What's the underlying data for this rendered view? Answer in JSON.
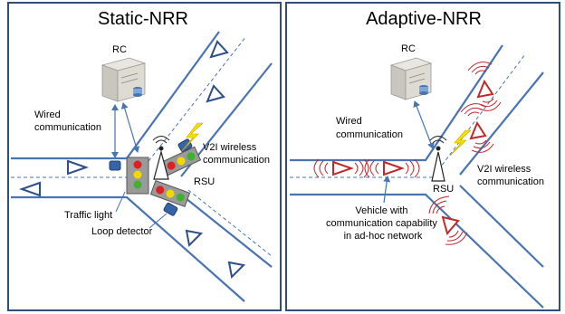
{
  "static_panel": {
    "title": "Static-NRR",
    "labels": {
      "rc": "RC",
      "wired": "Wired\ncommunication",
      "v2i": "V2I wireless\ncommunication",
      "rsu": "RSU",
      "traffic_light": "Traffic light",
      "loop_detector": "Loop detector"
    }
  },
  "adaptive_panel": {
    "title": "Adaptive-NRR",
    "labels": {
      "rc": "RC",
      "wired": "Wired\ncommunication",
      "v2i": "V2I wireless\ncommunication",
      "rsu": "RSU",
      "vehicle": "Vehicle with\ncommunication capability\nin ad-hoc network"
    }
  },
  "colors": {
    "road": "#4a74b0",
    "vehicle_static": "#2d4f86",
    "vehicle_adaptive": "#c0282c",
    "lightning": "#f5e000"
  }
}
